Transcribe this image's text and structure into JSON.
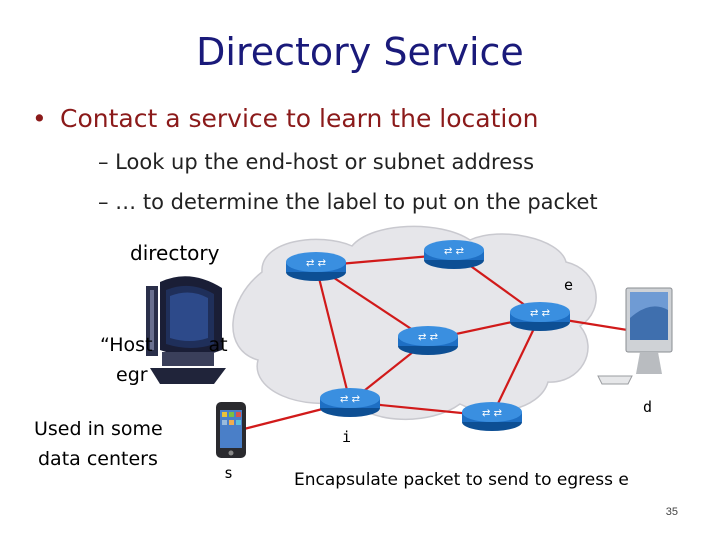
{
  "title": "Directory Service",
  "bullet": "Contact a service to learn the location",
  "sub_bullets": [
    "– Look up the end-host or subnet address",
    "– … to determine the label to put on the packet"
  ],
  "labels": {
    "directory": "directory",
    "host_partial_line1": "“Host",
    "host_partial_line1b": "at",
    "host_partial_line2": "egr",
    "used_in_line1": "Used in some",
    "used_in_line2": "data centers",
    "encapsulate": "Encapsulate packet to send to egress e"
  },
  "nodes": {
    "e": "e",
    "d": "d",
    "i": "i",
    "s": "s"
  },
  "page_number": "35",
  "colors": {
    "title": "#1a1a7a",
    "bullet": "#8b1a1a",
    "link": "#d11a1a",
    "router": "#1e6fc4",
    "cloud": "#e6e6ea"
  }
}
